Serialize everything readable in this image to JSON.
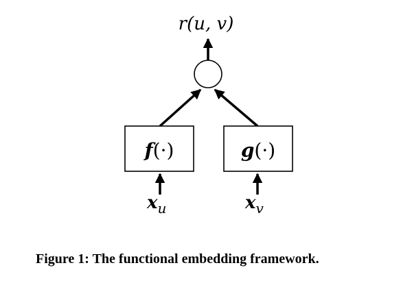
{
  "diagram": {
    "output_label": "r(u, v)",
    "combiner_node": "",
    "left_box": {
      "func": "f",
      "arg": "(·)",
      "input_var": "x",
      "input_sub": "u"
    },
    "right_box": {
      "func": "g",
      "arg": "(·)",
      "input_var": "x",
      "input_sub": "v"
    }
  },
  "caption": "Figure 1: The functional embedding framework."
}
